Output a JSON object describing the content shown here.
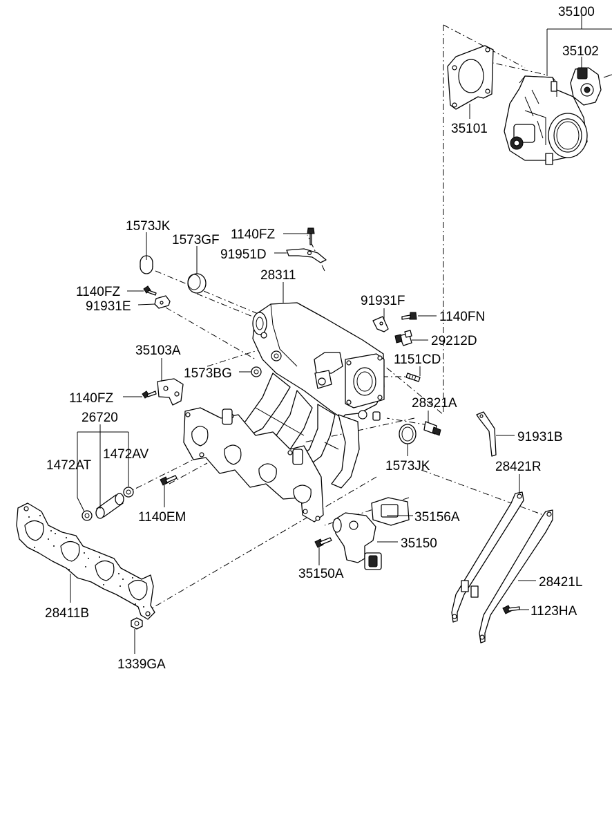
{
  "labels": [
    "35100",
    "35102",
    "35101",
    "1573JK",
    "1140FZ",
    "1573GF",
    "91951D",
    "28311",
    "1140FZ",
    "91931E",
    "91931F",
    "1140FN",
    "29212D",
    "35103A",
    "1151CD",
    "1573BG",
    "28321A",
    "1140FZ",
    "26720",
    "91931B",
    "1472AT",
    "1472AV",
    "1573JK",
    "28421R",
    "1140EM",
    "35156A",
    "35150",
    "28421L",
    "35150A",
    "1123HA",
    "28411B",
    "1339GA"
  ]
}
